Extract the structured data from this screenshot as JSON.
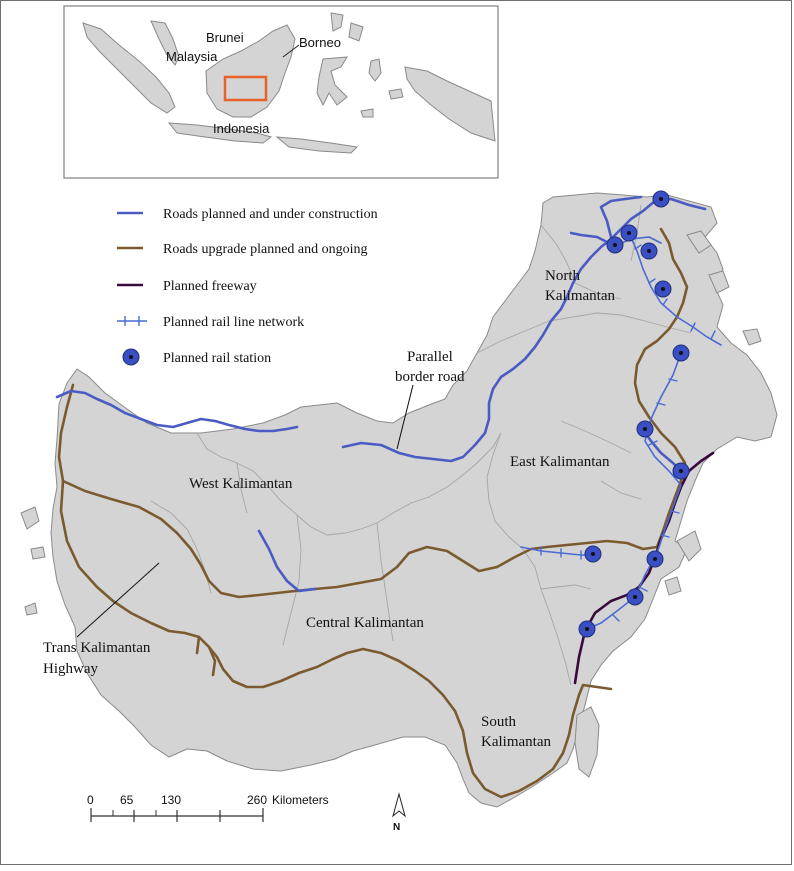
{
  "legend": {
    "items": [
      {
        "key": "roads_planned",
        "label": "Roads planned and under construction",
        "color": "#4a5bc4"
      },
      {
        "key": "roads_upgrade",
        "label": "Roads upgrade planned and ongoing",
        "color": "#7a5a2e"
      },
      {
        "key": "freeway",
        "label": "Planned freeway",
        "color": "#3a0a3e"
      },
      {
        "key": "rail_line",
        "label": "Planned rail line network",
        "color": "#4a6bd4"
      },
      {
        "key": "rail_station",
        "label": "Planned rail station",
        "color": "#3a4fc4"
      }
    ]
  },
  "inset": {
    "labels": {
      "brunei": "Brunei",
      "malaysia": "Malaysia",
      "borneo": "Borneo",
      "indonesia": "Indonesia"
    },
    "highlight_color": "#e8622a"
  },
  "regions": {
    "north": [
      "North",
      "Kalimantan"
    ],
    "east": "East Kalimantan",
    "west": "West Kalimantan",
    "central": "Central Kalimantan",
    "south": [
      "South",
      "Kalimantan"
    ]
  },
  "annotations": {
    "parallel": [
      "Parallel",
      "border road"
    ],
    "trans": [
      "Trans Kalimantan",
      "Highway"
    ]
  },
  "scale": {
    "ticks": [
      "0",
      "65",
      "130",
      "260"
    ],
    "unit": "Kilometers"
  },
  "north_arrow": "N"
}
